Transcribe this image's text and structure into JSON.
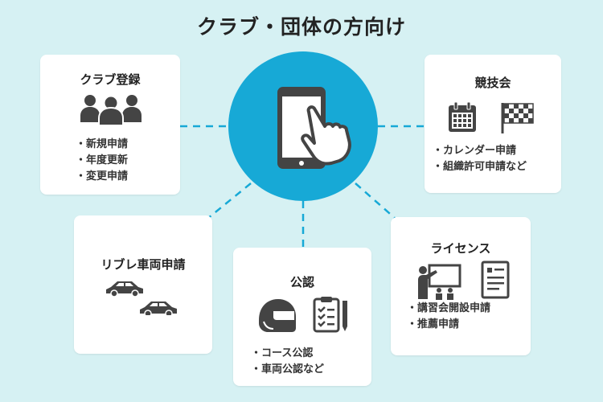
{
  "title": "クラブ・団体の方向け",
  "center_icon": "smartphone-tap-icon",
  "cards": {
    "club": {
      "title": "クラブ登録",
      "icon": "group-people-icon",
      "items": [
        "新規申請",
        "年度更新",
        "変更申請"
      ]
    },
    "competition": {
      "title": "競技会",
      "icons": [
        "calendar-icon",
        "checkered-flag-icon"
      ],
      "items": [
        "カレンダー申請",
        "組織許可申請など"
      ]
    },
    "vehicle": {
      "title": "リブレ車両申請",
      "icon": "cars-icon"
    },
    "certification": {
      "title": "公認",
      "icons": [
        "helmet-icon",
        "clipboard-checklist-icon"
      ],
      "items": [
        "コース公認",
        "車両公認など"
      ]
    },
    "license": {
      "title": "ライセンス",
      "icons": [
        "instructor-icon",
        "document-icon"
      ],
      "items": [
        "講習会開設申請",
        "推薦申請"
      ]
    }
  },
  "colors": {
    "background": "#d6f1f3",
    "hub": "#17a9d6",
    "icon": "#444444",
    "connector": "#17a9d6"
  }
}
